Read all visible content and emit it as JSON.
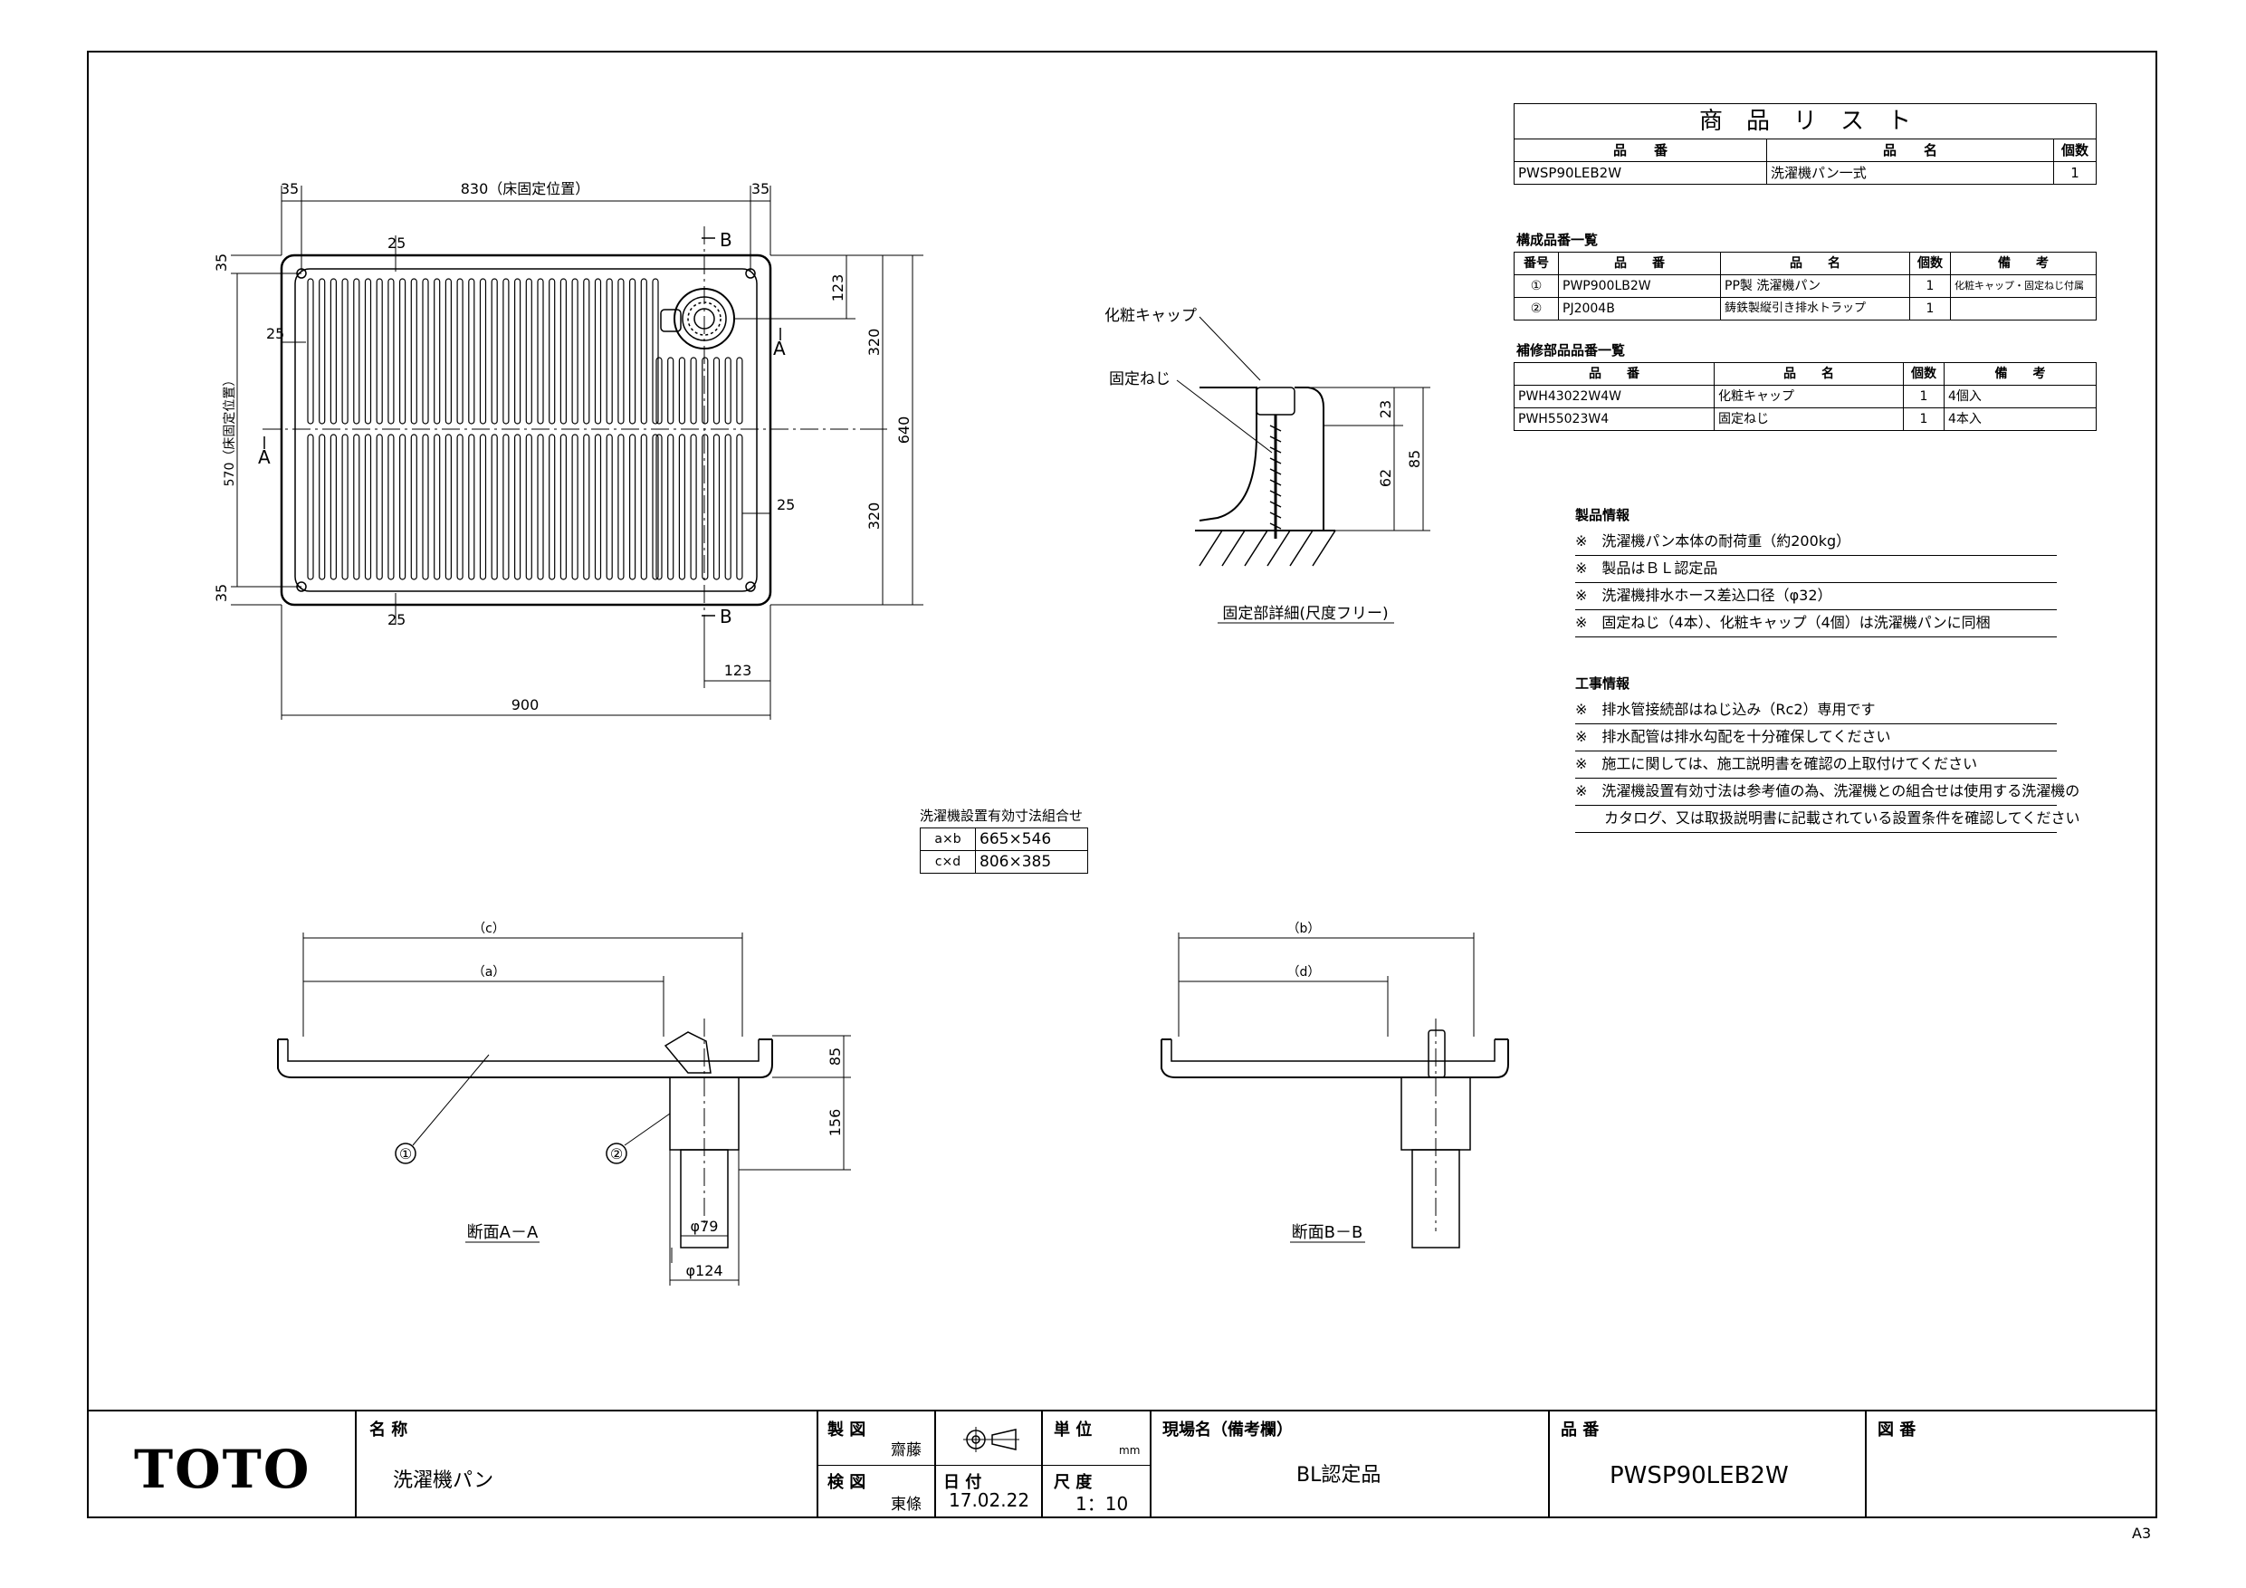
{
  "product_list": {
    "title": "商　品　リ　ス　ト",
    "headers": [
      "品　　番",
      "品　　名",
      "個数"
    ],
    "rows": [
      [
        "PWSP90LEB2W",
        "洗濯機パン一式",
        "1"
      ]
    ]
  },
  "components": {
    "title": "構成品番一覧",
    "headers": [
      "番号",
      "品　　番",
      "品　　名",
      "個数",
      "備　　考"
    ],
    "rows": [
      [
        "①",
        "PWP900LB2W",
        "PP製 洗濯機パン",
        "1",
        "化粧キャップ・固定ねじ付属"
      ],
      [
        "②",
        "PJ2004B",
        "鋳鉄製縦引き排水トラップ",
        "1",
        ""
      ]
    ]
  },
  "repair_parts": {
    "title": "補修部品品番一覧",
    "headers": [
      "品　　番",
      "品　　名",
      "個数",
      "備　　考"
    ],
    "rows": [
      [
        "PWH43022W4W",
        "化粧キャップ",
        "1",
        "4個入"
      ],
      [
        "PWH55023W4",
        "固定ねじ",
        "1",
        "4本入"
      ]
    ]
  },
  "product_info": {
    "title": "製品情報",
    "items": [
      "※　洗濯機パン本体の耐荷重（約200kg）",
      "※　製品はＢＬ認定品",
      "※　洗濯機排水ホース差込口径（φ32）",
      "※　固定ねじ（4本）、化粧キャップ（4個）は洗濯機パンに同梱"
    ]
  },
  "work_info": {
    "title": "工事情報",
    "items": [
      "※　排水管接続部はねじ込み（Rc2）専用です",
      "※　排水配管は排水勾配を十分確保してください",
      "※　施工に関しては、施工説明書を確認の上取付けてください",
      "※　洗濯機設置有効寸法は参考値の為、洗濯機との組合せは使用する洗濯機の",
      "　　カタログ、又は取扱説明書に記載されている設置条件を確認してください"
    ]
  },
  "effective_dims": {
    "title": "洗濯機設置有効寸法組合せ",
    "rows": [
      [
        "a×b",
        "665×546"
      ],
      [
        "c×d",
        "806×385"
      ]
    ]
  },
  "plan_view": {
    "dim_830": "830（床固定位置）",
    "dim_35": "35",
    "dim_900": "900",
    "dim_640": "640",
    "dim_570": "570（床固定位置）",
    "dim_320": "320",
    "dim_123": "123",
    "dim_25": "25",
    "sec_a": "A",
    "sec_b": "B"
  },
  "detail": {
    "cap_label": "化粧キャップ",
    "screw_label": "固定ねじ",
    "dim_23": "23",
    "dim_62": "62",
    "dim_85": "85",
    "caption": "固定部詳細(尺度フリー)"
  },
  "section_aa": {
    "dim_c": "（c）",
    "dim_a": "（a）",
    "dim_85": "85",
    "dim_156": "156",
    "dim_79": "φ79",
    "dim_124": "φ124",
    "callout_1": "①",
    "callout_2": "②",
    "caption": "断面A－A"
  },
  "section_bb": {
    "dim_b": "（b）",
    "dim_d": "（d）",
    "caption": "断面B－B"
  },
  "title_block": {
    "logo": "TOTO",
    "name_label": "名 称",
    "name_value": "洗濯機パン",
    "drawn_label": "製 図",
    "drawn_by": "齋藤",
    "checked_label": "検 図",
    "checked_by": "東條",
    "unit_label": "単 位",
    "unit_value": "mm",
    "date_label": "日 付",
    "date_value": "17.02.22",
    "scale_label": "尺 度",
    "scale_value": "1：10",
    "site_label": "現場名（備考欄）",
    "site_value": "BL認定品",
    "part_label": "品 番",
    "part_value": "PWSP90LEB2W",
    "drawing_no_label": "図 番"
  },
  "sheet_size": "A3"
}
